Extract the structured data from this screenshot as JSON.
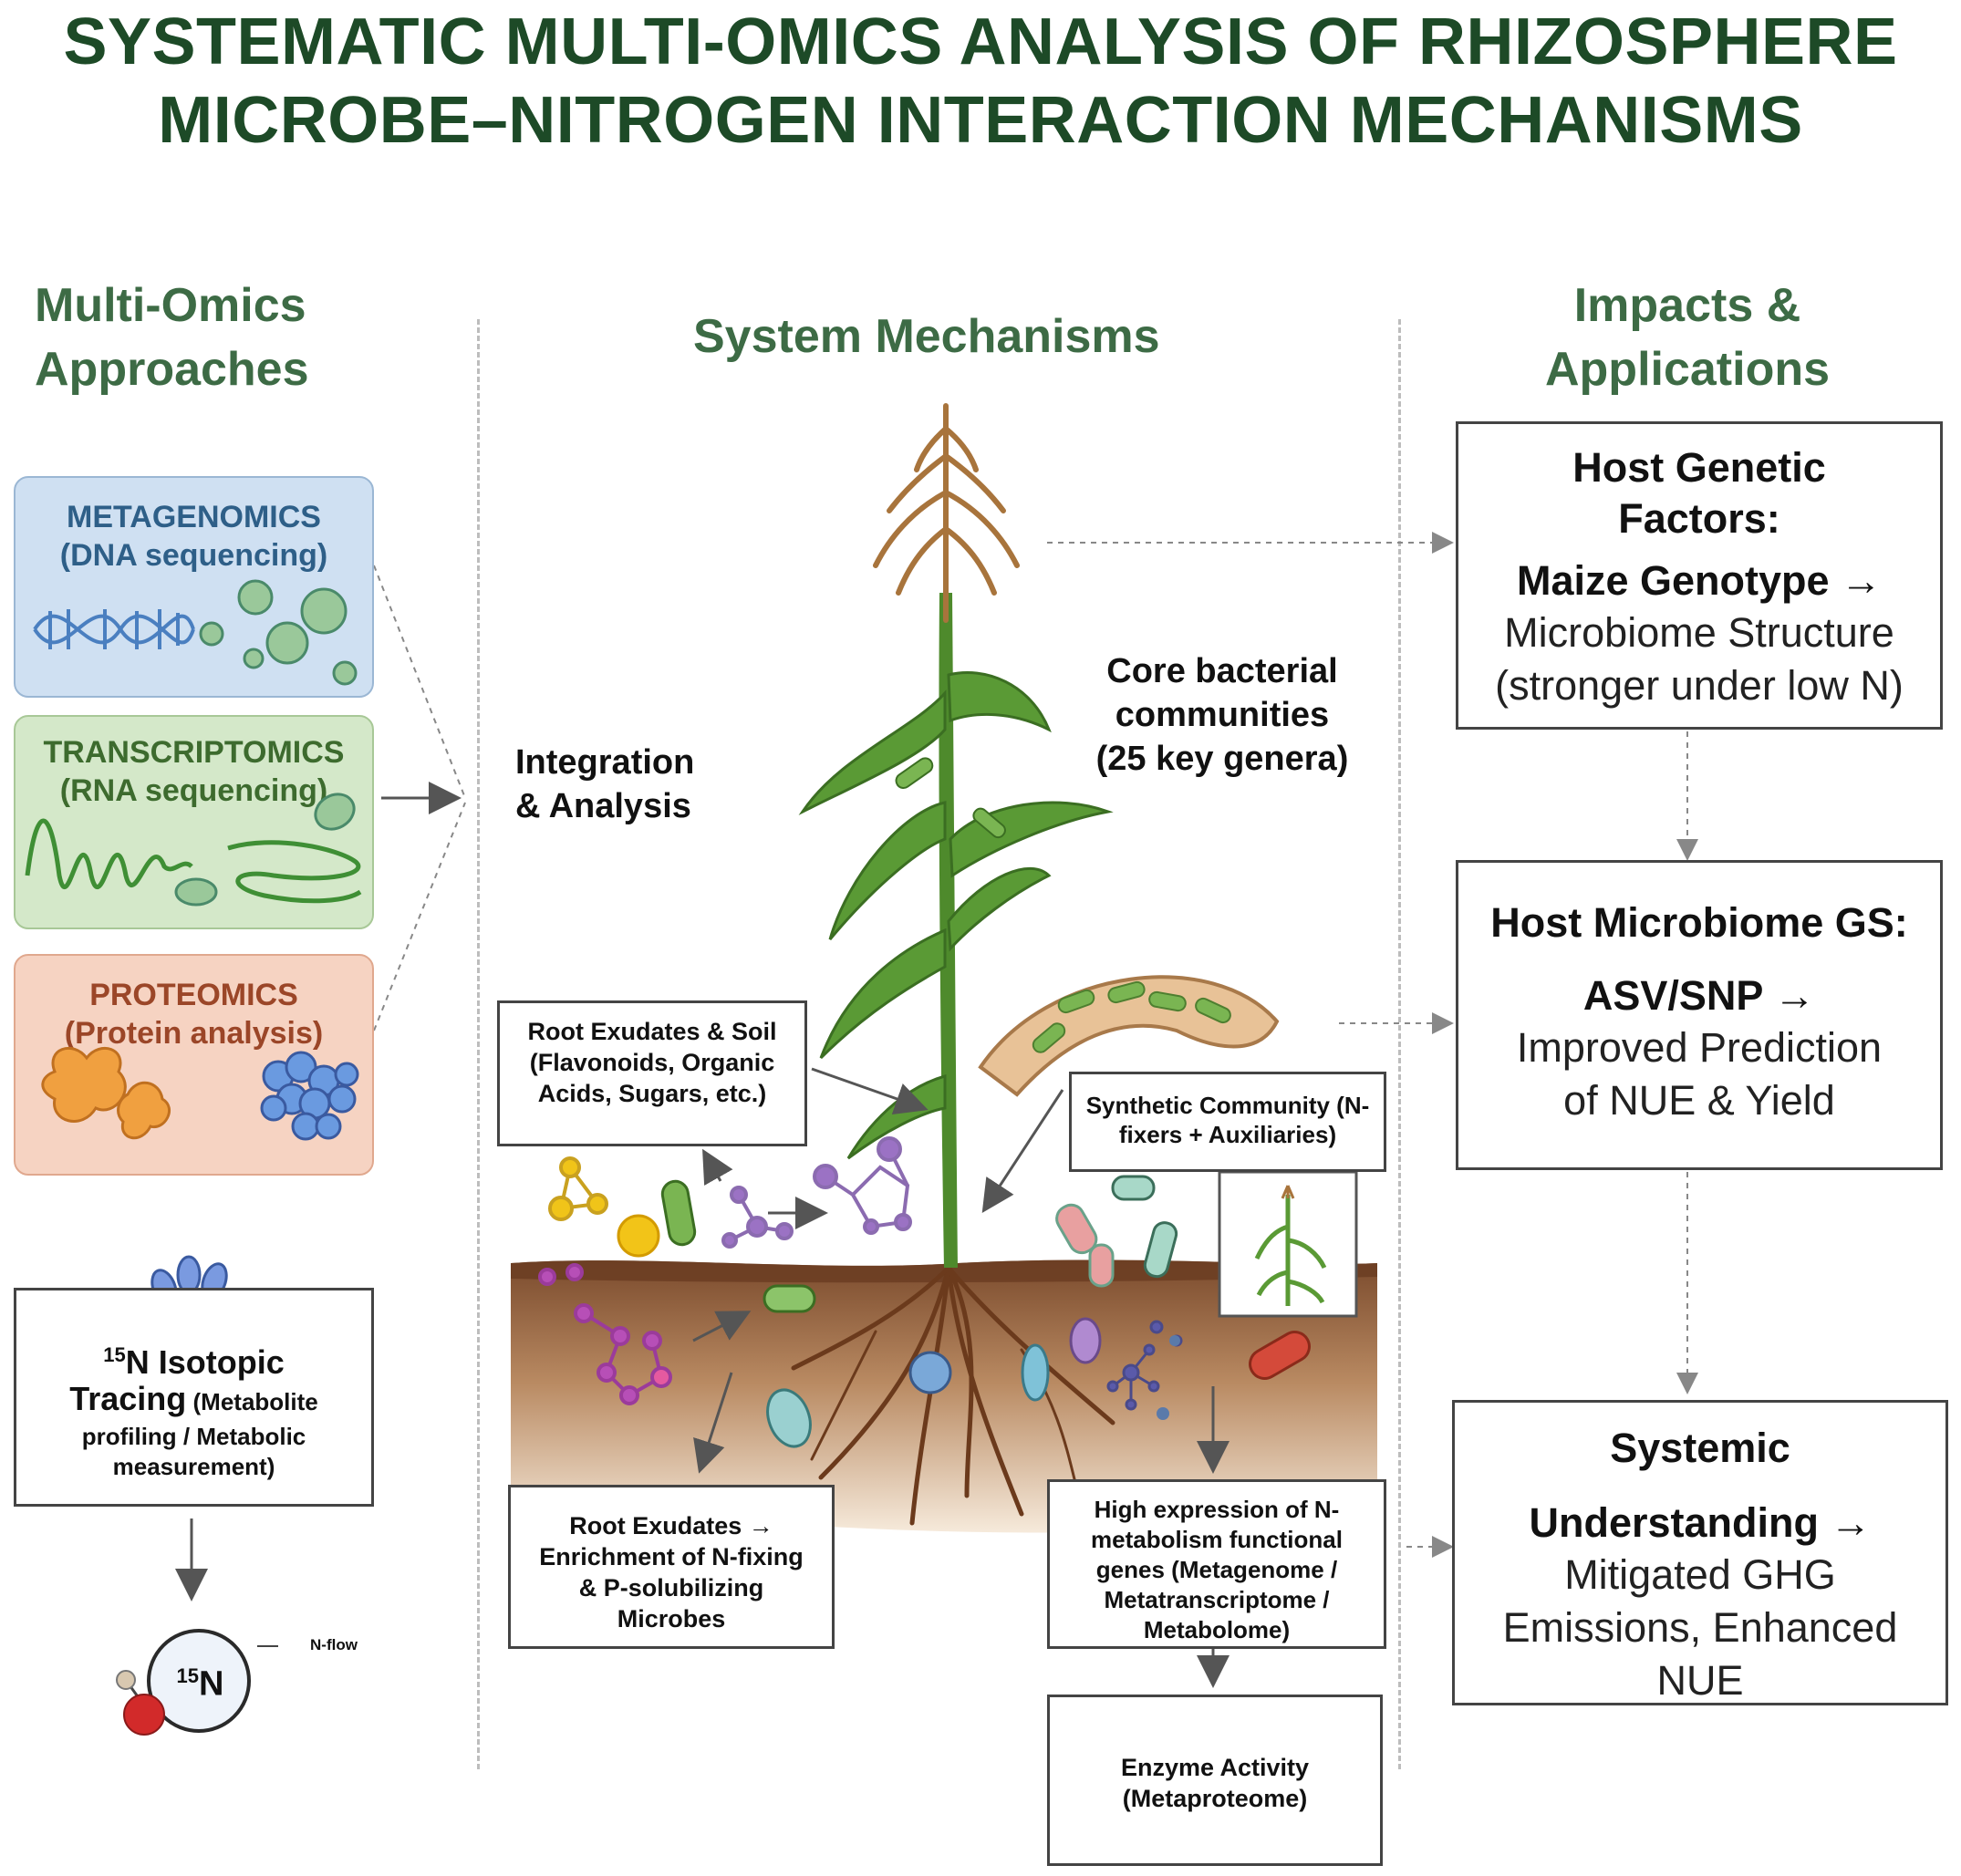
{
  "title": {
    "line1": "SYSTEMATIC MULTI-OMICS ANALYSIS OF RHIZOSPHERE",
    "line2": "MICROBE–NITROGEN INTERACTION MECHANISMS"
  },
  "columns": {
    "left": {
      "line1": "Multi-Omics",
      "line2": "Approaches"
    },
    "center": "System Mechanisms",
    "right": {
      "line1": "Impacts &",
      "line2": "Applications"
    }
  },
  "omics": [
    {
      "title": "METAGENOMICS",
      "sub": "(DNA sequencing)"
    },
    {
      "title": "TRANSCRIPTOMICS",
      "sub": "(RNA sequencing)"
    },
    {
      "title": "PROTEOMICS",
      "sub": "(Protein analysis)"
    }
  ],
  "isotope": {
    "sup": "15",
    "head_main": "N Isotopic",
    "head_tail": "Tracing",
    "detail_tail": " (Metabolite",
    "detail": "profiling / Metabolic measurement)",
    "circle_sup": "15",
    "circle_main": "N",
    "flow_label": "N-flow"
  },
  "center": {
    "integration": {
      "line1": "Integration",
      "line2": "& Analysis"
    },
    "core": {
      "line1": "Core bacterial",
      "line2": "communities",
      "line3": "(25 key genera)"
    },
    "root_soil": "Root Exudates & Soil (Flavonoids, Organic Acids, Sugars, etc.)",
    "synthetic": "Synthetic Community (N-fixers + Auxiliaries)",
    "root_enrich": "Root Exudates → Enrichment of N-fixing & P-solubilizing Microbes",
    "high_expr": "High expression of N-metabolism functional genes (Metagenome / Metatranscriptome / Metabolome)",
    "enzyme": "Enzyme Activity (Metaproteome)"
  },
  "right": [
    {
      "head1": "Host Genetic",
      "head2": "Factors:",
      "head3": "Maize Genotype →",
      "body1": "Microbiome Structure",
      "body2": "(stronger under low N)"
    },
    {
      "head1": "Host Microbiome GS:",
      "head2": "ASV/SNP →",
      "body1": "Improved Prediction",
      "body2": "of NUE & Yield"
    },
    {
      "head1": "Systemic",
      "head2": "Understanding →",
      "body1": "Mitigated GHG",
      "body2": "Emissions, Enhanced",
      "body3": "NUE"
    }
  ],
  "colors": {
    "title": "#1d4a27",
    "column_head": "#3d6b45",
    "metagenomics_bg": "#cfe0f2",
    "transcriptomics_bg": "#d4e8c9",
    "proteomics_bg": "#f6d3c2",
    "soil_top": "#8b5a3c",
    "soil_bottom": "#f1e3cf",
    "leaf": "#4e8a2c"
  }
}
